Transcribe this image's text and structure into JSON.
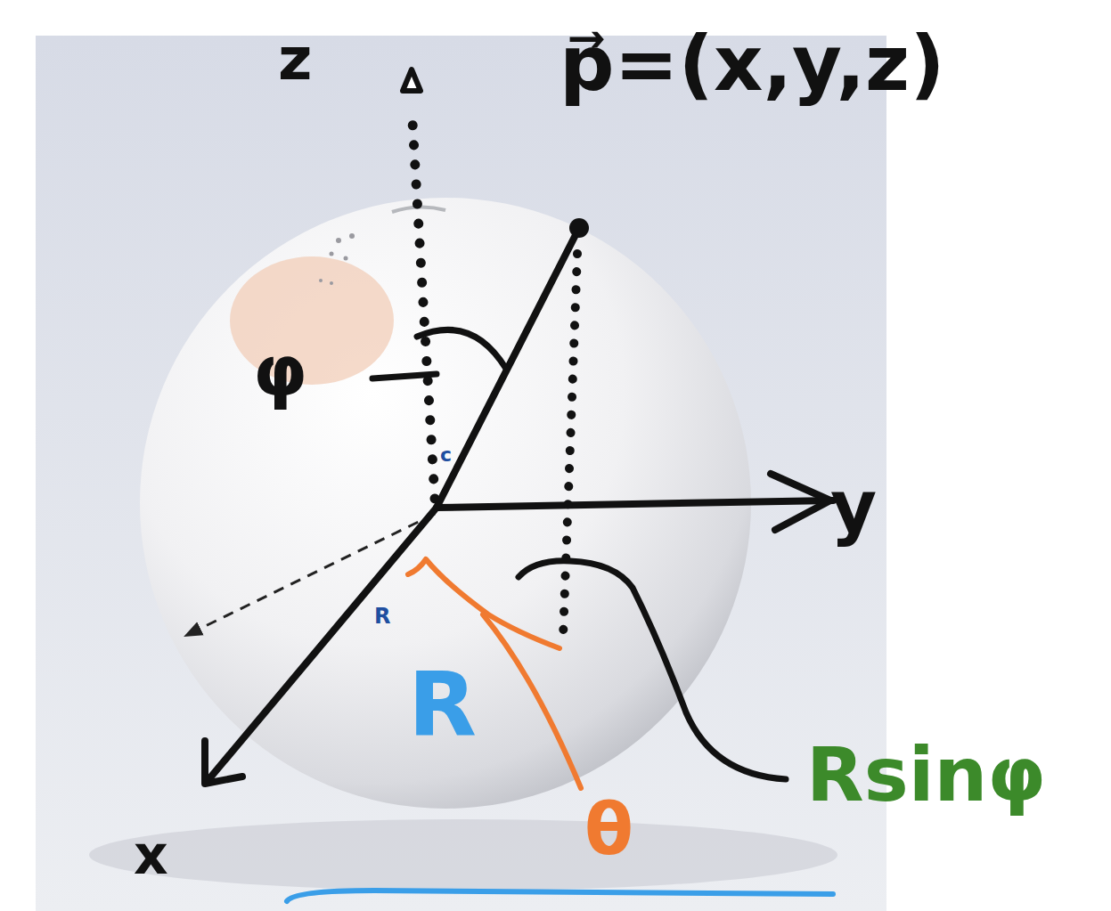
{
  "diagram": {
    "labels": [
      "p⃗=(x,y,z)",
      "z",
      "φ",
      "c",
      "y",
      "R",
      "R",
      "θ",
      "Rsinφ",
      "x"
    ]
  }
}
